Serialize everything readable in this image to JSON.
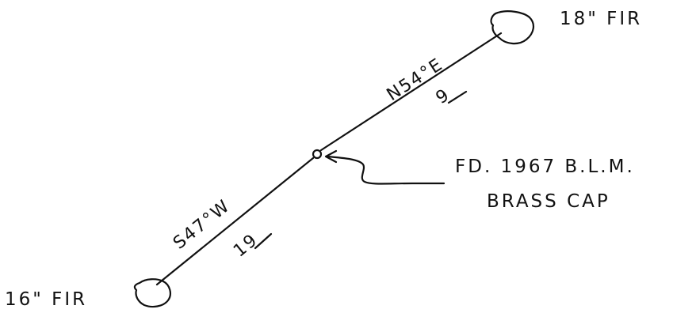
{
  "trees": {
    "northeast_label": "18\" FIR",
    "southwest_label": "16\" FIR"
  },
  "monument": {
    "label_line1": "FD. 1967 B.L.M.",
    "label_line2": "BRASS CAP"
  },
  "northeast_leg": {
    "bearing": "N54°E",
    "distance": "9"
  },
  "southwest_leg": {
    "bearing": "S47°W",
    "distance": "19"
  },
  "colors": {
    "ink": "#111111",
    "paper": "#ffffff"
  }
}
